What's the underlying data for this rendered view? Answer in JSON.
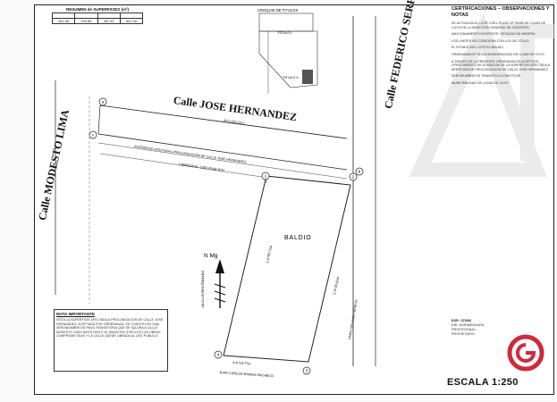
{
  "streets": {
    "north": "Calle JOSE HERNANDEZ",
    "west": "Calle MODESTO LIMA",
    "east": "Calle FEDERICO SERPA"
  },
  "table": {
    "title": "RESUMEN de SUPERFICIES (m²)",
    "values": [
      "622.48",
      "234.86",
      "387.62",
      "622.48"
    ]
  },
  "plan": {
    "top_label": "CROQUIS DE TITULOS",
    "titulo_i": "TITULO I",
    "titulo_ii": "TITULO II",
    "baldio": "BALDIO",
    "north_arrow": "N Mg",
    "left_neighbor": "JULIA LOVERA ROMANO",
    "bottom_neighbor": "JUAN CARLOS RAMOS PACHECO",
    "right_neighbor": "FABIO ORLANDO MORCIO",
    "dim_north": "A=1:120.21m",
    "dim_long": "1-2=95.71m",
    "dim_bottom": "3-4=16.77m",
    "dim_right": "2-3=39.01m",
    "cesion": "SUPERFICIE AFECTADA A PROLONGACION DE CALLE JOSE HERNANDEZ",
    "librada": "LIBRADA AL USO PUBLICO",
    "points": [
      "a",
      "b",
      "c",
      "1",
      "2",
      "3",
      "4"
    ]
  },
  "notes": {
    "heading": "CERTIFICACIONES – OBSERVACIONES Y NOTAS",
    "items": [
      "SE ACTUALIZA EL LOTE 3 DEL PLANO Nº 30456 DE LUJAN DE CUYO EN LA DIRECCION GENERAL DE CATASTRO",
      "AMOJONAMIENTO EXISTENTE: ESTACAS DE MADERA",
      "LOS LIMITES NO COINCIDEN CON LOS DE TITULO",
      "EL ESTADO DEL LOTE ES BALDIO",
      "ORDENANZA Nº 13.519 MUNICIPALIDAD DE LUJAN DE CUYO",
      "A TRAVES DE LA PRESENTE ORDENANZA SE ACEPTA EL OFRECIMIENTO DE DONACION DE LA SUPERFICIE AFECTADA A APERTURA DE PROLONGACION DE CALLE JOSE HERNANDEZ",
      "SERVIDUMBRE DE TRANSITO A CONSTITUIR",
      "MUNICIPALIDAD DE LUJAN DE CUYO"
    ]
  },
  "note_box": {
    "heading": "NOTA IMPORTANTE",
    "body": "VISTA LA SUPERFICIE AFECTADA A PROLONGACION DE CALLE JOSE HERNANDEZ, ACEPTADA POR ORDENANZA, SE CONSTITUYE UNA SERVIDUMBRE DE PASO TRANSITORIA QUE SE SALDRA A CALLE MODESTO LIMA HASTA TANTO EL MUNICIPIO EJECUTE LAS OBRAS COMPROMETIDAS Y LA CALLE QUEDE LIBRADA AL USO PUBLICO"
  },
  "reference": {
    "exp": "EXP.: 376/92",
    "dir": "DIR. AGRIMENSURA",
    "prof": "PROFESIONAL:",
    "prop": "PROPIETARIO:",
    "escala": "ESCALA 1:250"
  },
  "colors": {
    "line": "#222222",
    "logo": "#d2283c",
    "watermark": "#d8d8d8"
  }
}
